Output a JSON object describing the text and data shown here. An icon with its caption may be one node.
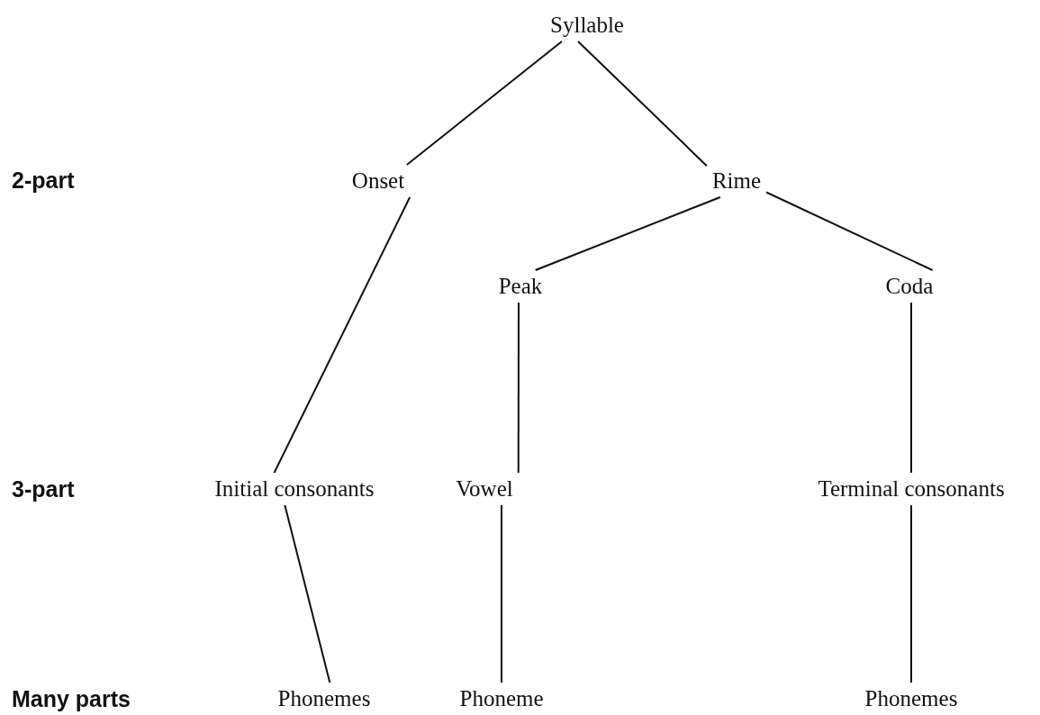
{
  "diagram": {
    "nodes": [
      {
        "text": [
          "Syllable"
        ]
      },
      {
        "text": [
          "Onset"
        ]
      },
      {
        "text": [
          "Rime"
        ]
      },
      {
        "text": [
          "Peak"
        ]
      },
      {
        "text": [
          "Coda"
        ]
      },
      {
        "text": [
          "Initial consonants"
        ]
      },
      {
        "text": [
          "Vowel"
        ]
      },
      {
        "text": [
          "Terminal consonants"
        ]
      },
      {
        "text": [
          "Phonemes"
        ]
      },
      {
        "text": [
          "Phoneme"
        ]
      },
      {
        "text": [
          "Phonemes"
        ]
      }
    ],
    "edges": [
      {
        "from": 0,
        "to": 1,
        "arrow": "none"
      },
      {
        "from": 0,
        "to": 2,
        "arrow": "none"
      },
      {
        "from": 1,
        "to": 5,
        "arrow": "none"
      },
      {
        "from": 2,
        "to": 3,
        "arrow": "none"
      },
      {
        "from": 2,
        "to": 4,
        "arrow": "none"
      },
      {
        "from": 3,
        "to": 6,
        "arrow": "none"
      },
      {
        "from": 4,
        "to": 7,
        "arrow": "none"
      },
      {
        "from": 5,
        "to": 8,
        "arrow": "none"
      },
      {
        "from": 6,
        "to": 9,
        "arrow": "none"
      },
      {
        "from": 7,
        "to": 10,
        "arrow": "none"
      }
    ],
    "labels": [
      "2-part",
      "3-part",
      "Many parts"
    ]
  }
}
